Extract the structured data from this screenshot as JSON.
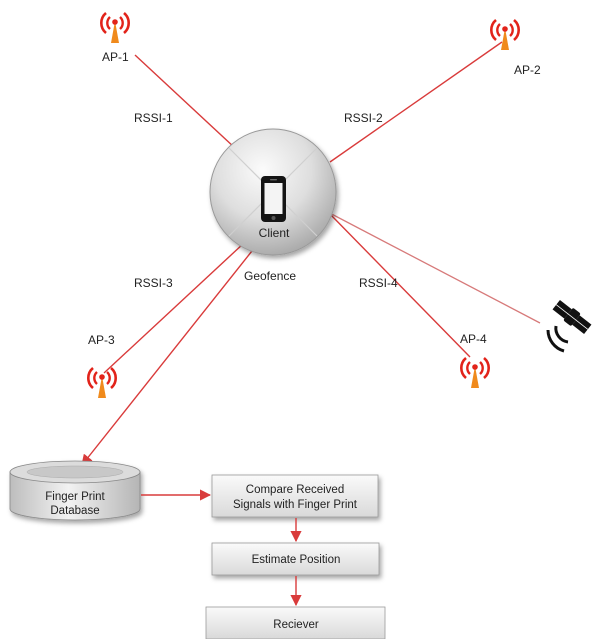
{
  "access_points": {
    "ap1": "AP-1",
    "ap2": "AP-2",
    "ap3": "AP-3",
    "ap4": "AP-4"
  },
  "rssi": {
    "r1": "RSSI-1",
    "r2": "RSSI-2",
    "r3": "RSSI-3",
    "r4": "RSSI-4"
  },
  "client_label": "Client",
  "geofence_label": "Geofence",
  "database": {
    "line1": "Finger Print",
    "line2": "Database"
  },
  "compare_box": {
    "line1": "Compare Received",
    "line2": "Signals with Finger Print"
  },
  "estimate_box": "Estimate Position",
  "receiver_box": "Reciever",
  "colors": {
    "link_red": "#d93b3b",
    "tower_red": "#e2231a",
    "tower_orange": "#f08a1c",
    "satellite": "#111111"
  },
  "icons": [
    "antenna-tower-icon",
    "smartphone-icon",
    "satellite-icon",
    "database-cylinder-icon"
  ]
}
